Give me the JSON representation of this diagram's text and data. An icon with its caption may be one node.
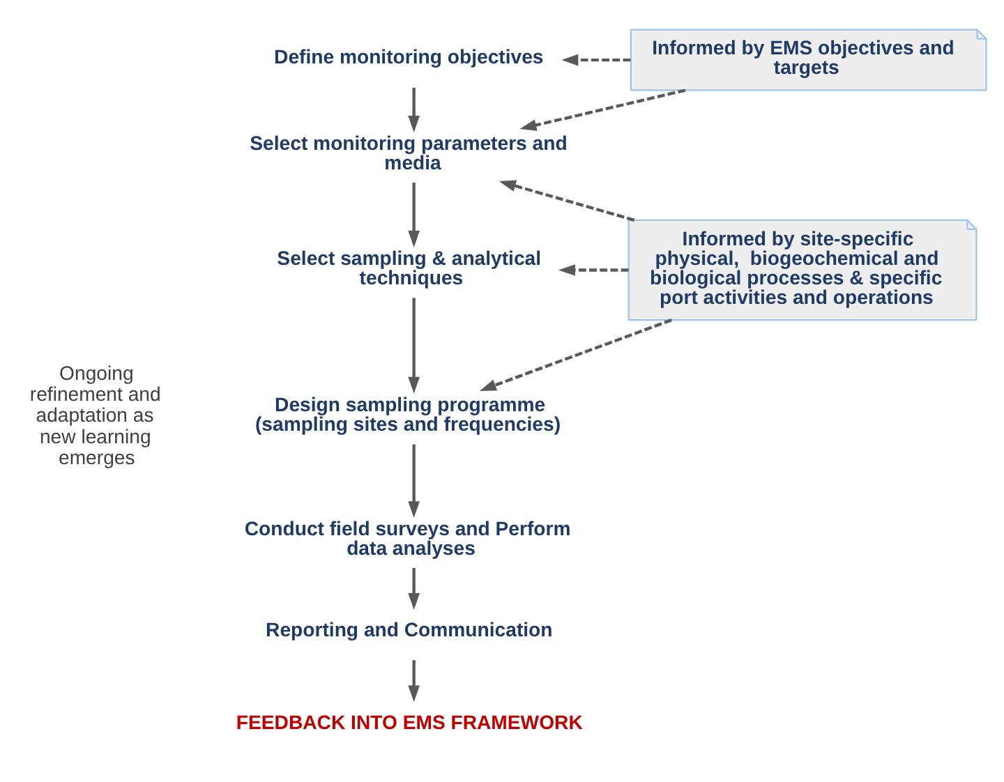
{
  "diagram": {
    "nodes": [
      {
        "text": [
          "Define monitoring objectives"
        ]
      },
      {
        "text": [
          "Select monitoring parameters and media"
        ]
      },
      {
        "text": [
          "Select sampling & analytical techniques"
        ]
      },
      {
        "text": [
          "Design sampling programme (sampling sites and frequencies)"
        ]
      },
      {
        "text": [
          "Conduct field surveys and Perform data analyses"
        ]
      },
      {
        "text": [
          "Reporting and Communication"
        ]
      },
      {
        "text": [
          "FEEDBACK INTO EMS FRAMEWORK"
        ]
      },
      {
        "text": [
          "Informed by EMS objectives and targets"
        ]
      },
      {
        "text": [
          "Informed by site-specific physical,  biogeochemical and biological processes & specific port activities and operations"
        ]
      }
    ],
    "edges": [
      {
        "from": 0,
        "to": 1,
        "arrow": "to"
      },
      {
        "from": 1,
        "to": 2,
        "arrow": "to"
      },
      {
        "from": 2,
        "to": 3,
        "arrow": "to"
      },
      {
        "from": 3,
        "to": 4,
        "arrow": "to"
      },
      {
        "from": 4,
        "to": 5,
        "arrow": "to"
      },
      {
        "from": 5,
        "to": 6,
        "arrow": "to"
      },
      {
        "from": 7,
        "to": 0,
        "arrow": "to",
        "style": "dashed"
      },
      {
        "from": 7,
        "to": 1,
        "arrow": "to",
        "style": "dashed"
      },
      {
        "from": 8,
        "to": 1,
        "arrow": "to",
        "style": "dashed"
      },
      {
        "from": 8,
        "to": 2,
        "arrow": "to",
        "style": "dashed"
      },
      {
        "from": 8,
        "to": 3,
        "arrow": "to",
        "style": "dashed"
      }
    ],
    "labels": [
      "Ongoing refinement and adaptation as new learning emerges"
    ]
  }
}
